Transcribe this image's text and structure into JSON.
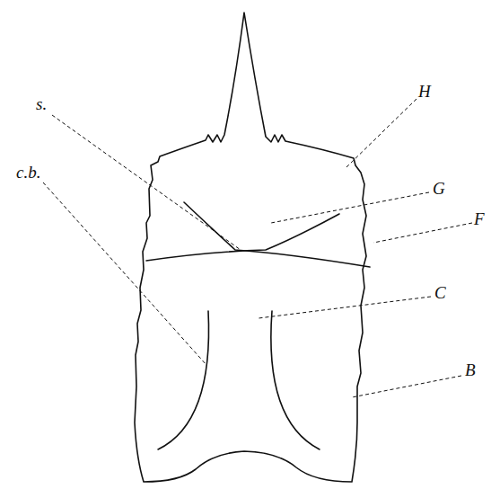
{
  "diagram": {
    "labels": [
      "s.",
      "c.b.",
      "H",
      "G",
      "F",
      "C",
      "B"
    ]
  }
}
